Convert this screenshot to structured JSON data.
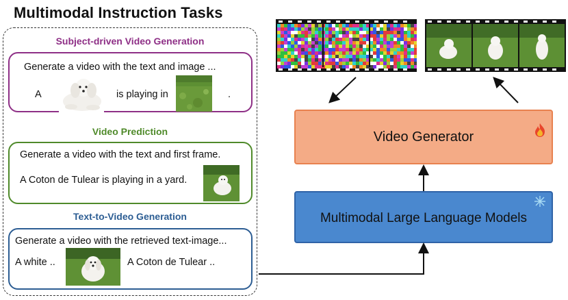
{
  "title": "Multimodal Instruction Tasks",
  "tasks": {
    "subject": {
      "heading": "Subject-driven Video Generation",
      "instruction": "Generate a video with the text and image ...",
      "word_a": "A",
      "middle": "is playing in",
      "period": "."
    },
    "prediction": {
      "heading": "Video Prediction",
      "instruction": "Generate a video with the text and first frame.",
      "sentence": "A Coton de Tulear is playing in a yard."
    },
    "t2v": {
      "heading": "Text-to-Video Generation",
      "instruction": "Generate a video with the retrieved text-image...",
      "left": "A white ..",
      "right": "A Coton de Tulear .."
    }
  },
  "blocks": {
    "generator": "Video Generator",
    "mllm": "Multimodal Large Language Models"
  },
  "colors": {
    "subject": "#8e2f86",
    "prediction": "#4f8a2a",
    "t2v": "#2c5d93",
    "generator_fill": "#f4ab86",
    "mllm_fill": "#4a88cf"
  },
  "icons": {
    "generator": "fire-icon",
    "mllm": "snowflake-icon"
  }
}
